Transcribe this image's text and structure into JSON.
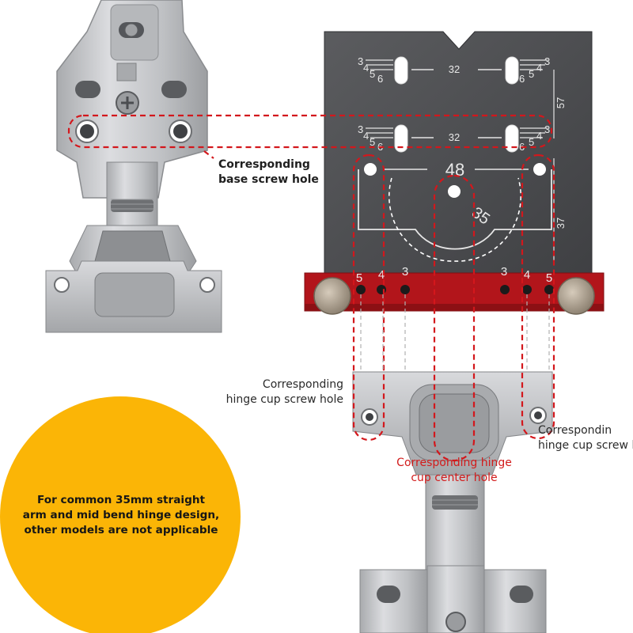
{
  "jig": {
    "dim_top": "32",
    "dim_mid": "32",
    "dim_57": "57",
    "dim_48": "48",
    "dim_35": "35",
    "dim_37": "37",
    "scale_left_top": [
      "3",
      "4",
      "5",
      "6"
    ],
    "scale_right_top": [
      "6",
      "5",
      "4",
      "3"
    ],
    "scale_left_mid": [
      "3",
      "4",
      "5",
      "6"
    ],
    "scale_right_mid": [
      "6",
      "5",
      "4",
      "3"
    ],
    "edge_left": [
      "5",
      "4",
      "3"
    ],
    "edge_right": [
      "3",
      "4",
      "5"
    ]
  },
  "labels": {
    "base_screw": [
      "Corresponding",
      "base screw hole"
    ],
    "cup_screw_left": [
      "Corresponding",
      "hinge cup screw hole"
    ],
    "cup_screw_right": [
      "Correspondin",
      "hinge cup screw hole"
    ],
    "cup_center": [
      "Corresponding hinge",
      "cup center hole"
    ]
  },
  "note": {
    "lines": [
      "For common 35mm straight",
      "arm and mid bend hinge design,",
      "other models are not applicable"
    ]
  },
  "colors": {
    "dashed_outline": "#d3171c",
    "badge": "#fbb506",
    "jig_plate": "#4e4f52",
    "jig_base": "#b2151b",
    "metal": "#c9cacc"
  }
}
